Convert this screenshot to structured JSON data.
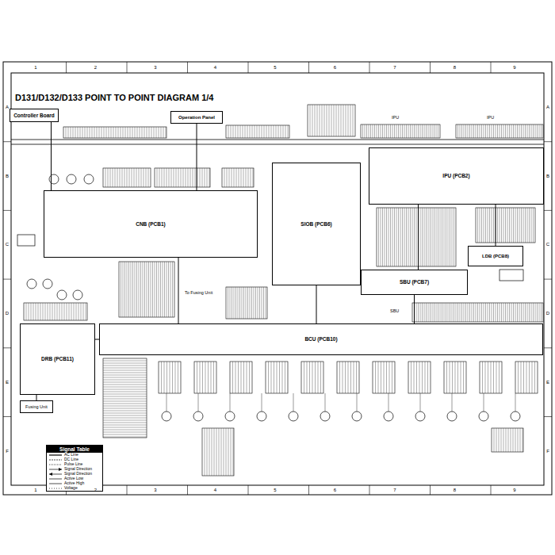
{
  "diagram": {
    "title": "D131/D132/D133 POINT TO POINT DIAGRAM 1/4",
    "nodes": [
      {
        "text": [
          "Controller Board"
        ]
      },
      {
        "text": [
          "Operation Panel"
        ]
      },
      {
        "text": [
          "IPU (PCB2)"
        ]
      },
      {
        "text": [
          "CNB (PCB1)"
        ]
      },
      {
        "text": [
          "SIOB (PCB6)"
        ]
      },
      {
        "text": [
          "LDB (PCB8)"
        ]
      },
      {
        "text": [
          "SBU (PCB7)"
        ]
      },
      {
        "text": [
          "DRB (PCB11)"
        ]
      },
      {
        "text": [
          "BCU (PCB10)"
        ]
      },
      {
        "text": [
          "Fusing Unit"
        ]
      }
    ],
    "edges": [
      {
        "from": 0,
        "to": 3,
        "arrow": "none"
      },
      {
        "from": 1,
        "to": 3,
        "arrow": "none"
      },
      {
        "from": 3,
        "to": 8,
        "arrow": "none"
      },
      {
        "from": 4,
        "to": 8,
        "arrow": "none"
      },
      {
        "from": 2,
        "to": 6,
        "arrow": "none"
      },
      {
        "from": 2,
        "to": 5,
        "arrow": "none"
      },
      {
        "from": 6,
        "to": 8,
        "arrow": "none"
      },
      {
        "from": 7,
        "to": 8,
        "arrow": "none"
      },
      {
        "from": 9,
        "to": 7,
        "arrow": "none"
      }
    ],
    "labels": [
      "1",
      "2",
      "3",
      "4",
      "5",
      "6",
      "7",
      "8",
      "9",
      "1",
      "2",
      "3",
      "4",
      "5",
      "6",
      "7",
      "8",
      "9",
      "A",
      "B",
      "C",
      "D",
      "E",
      "F",
      "A",
      "B",
      "C",
      "D",
      "E",
      "F",
      "Signal Table",
      "To Fusing Unit",
      "IPU",
      "IPU",
      "SBU"
    ],
    "legend": [
      {
        "text": "AC Line"
      },
      {
        "text": "DC Line"
      },
      {
        "text": "Pulse Line"
      },
      {
        "text": "Signal Direction"
      },
      {
        "text": "Signal Direction"
      },
      {
        "text": "Active Low"
      },
      {
        "text": "Active High"
      },
      {
        "text": "Voltage"
      }
    ]
  }
}
